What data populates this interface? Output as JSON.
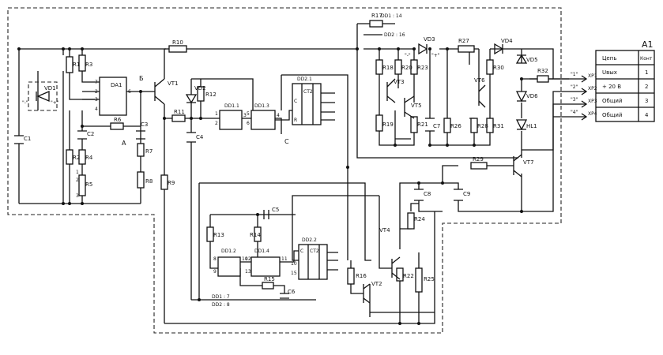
{
  "title": {
    "ref": "A1"
  },
  "connector": {
    "header_circuit": "Цепь",
    "header_contact": "Конт",
    "rows": [
      {
        "circuit": "Uвых",
        "contact": "1",
        "mark": "\"1\"",
        "pin": "XP1"
      },
      {
        "circuit": "+ 20 В",
        "contact": "2",
        "mark": "\"2\"",
        "pin": "XP2"
      },
      {
        "circuit": "Общий",
        "contact": "3",
        "mark": "\"3\"",
        "pin": "XP3"
      },
      {
        "circuit": "Общий",
        "contact": "4",
        "mark": "\"4\"",
        "pin": "XP4"
      }
    ]
  },
  "resistors": {
    "r1": "R1",
    "r2": "R2",
    "r3": "R3",
    "r4": "R4",
    "r5": "R5",
    "r6": "R6",
    "r7": "R7",
    "r8": "R8",
    "r9": "R9",
    "r10": "R10",
    "r11": "R11",
    "r12": "R12",
    "r13": "R13",
    "r14": "R14",
    "r15": "R15",
    "r16": "R16",
    "r17": "R17",
    "r18": "R18",
    "r19": "R19",
    "r20": "R20",
    "r21": "R21",
    "r22": "R22",
    "r23": "R23",
    "r24": "R24",
    "r25": "R25",
    "r26": "R26",
    "r27": "R27",
    "r28": "R28",
    "r29": "R29",
    "r30": "R30",
    "r31": "R31",
    "r32": "R32"
  },
  "capacitors": {
    "c1": "C1",
    "c2": "C2",
    "c3": "C3",
    "c4": "C4",
    "c5": "C5",
    "c6": "C6",
    "c7": "C7",
    "c8": "C8",
    "c9": "C9"
  },
  "transistors": {
    "vt1": "VT1",
    "vt2": "VT2",
    "vt4": "VT4",
    "vt5": "VT5",
    "vt6": "VT6",
    "vt7": "VT7",
    "vt3": "VT3"
  },
  "diodes": {
    "vd1": "VD1",
    "vd2": "VD2",
    "vd3": "VD3",
    "vd4": "VD4",
    "vd5": "VD5",
    "vd6": "VD6",
    "hl1": "HL1"
  },
  "chips": {
    "da1": "DA1",
    "dd1_1": "DD1.1",
    "dd1_2": "DD1.2",
    "dd1_3": "DD1.3",
    "dd1_4": "DD1.4",
    "dd2_1": "DD2.1",
    "dd2_2": "DD2.2",
    "ct2": "CT2"
  },
  "notes": {
    "pwr_top_1": "DD1 : 14",
    "pwr_top_2": "DD2 : 16",
    "pwr_bot_1": "DD1 : 7",
    "pwr_bot_2": "DD2 : 8"
  },
  "nodes": {
    "a": "А",
    "b": "Б",
    "c": "С"
  },
  "pins": {
    "da1_7": "7",
    "da1_2": "2",
    "da1_3": "3",
    "da1_4": "4",
    "da1_6": "6",
    "dd11_1": "1",
    "dd11_2": "2",
    "dd11_3": "3",
    "dd13_5": "5",
    "dd13_6": "6",
    "dd13_4": "4",
    "dd21_c": "C",
    "dd21_r": "R",
    "dd12_8": "8",
    "dd12_9": "9",
    "dd12_10": "10",
    "dd14_12": "12",
    "dd14_13": "13",
    "dd14_11": "11",
    "dd22_c": "C",
    "dd22_10": "10",
    "dd22_15": "15",
    "r5_1": "1",
    "r5_2": "2",
    "r5_3": "3",
    "polar_minus": "\"-\"",
    "polar_plus": "\"+\"",
    "vd3_minus": "\"-\"",
    "vd3_plus": "\"+\""
  }
}
